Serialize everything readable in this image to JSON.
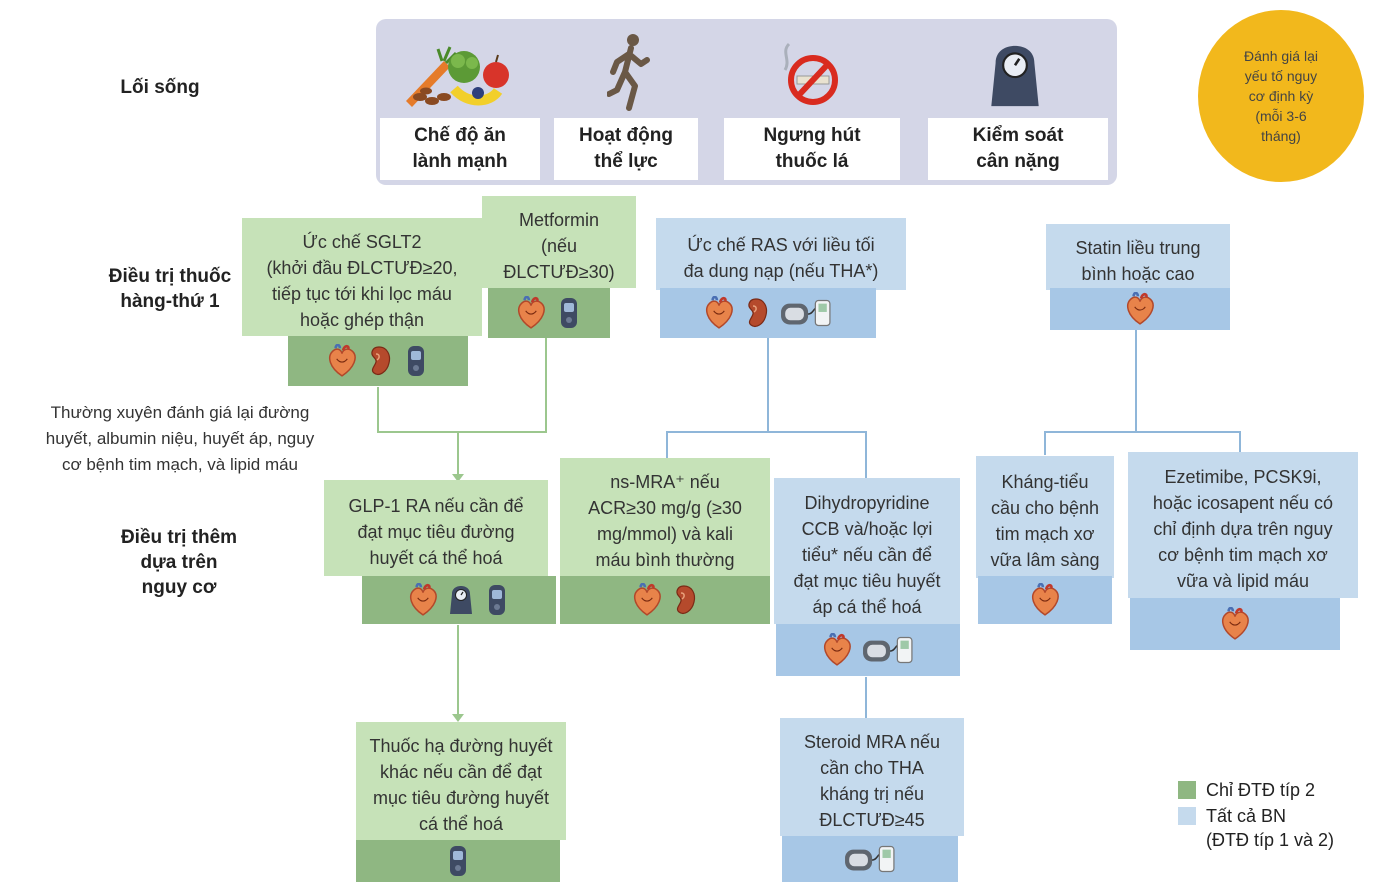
{
  "row_labels": {
    "lifestyle": "Lối sống",
    "first_line_line1": "Điều trị thuốc",
    "first_line_line2": "hàng-thứ 1",
    "risk_based_line1": "Điều trị thêm",
    "risk_based_line2": "dựa trên",
    "risk_based_line3": "nguy cơ"
  },
  "reassess_note": {
    "line1": "Thường xuyên đánh giá lại đường",
    "line2": "huyết, albumin niệu, huyết áp, nguy",
    "line3": "cơ bệnh tim mạch, và lipid máu"
  },
  "lifestyle": {
    "items": [
      {
        "line1": "Chế độ ăn",
        "line2": "lành mạnh",
        "icon": "food-icon"
      },
      {
        "line1": "Hoạt động",
        "line2": "thể lực",
        "icon": "runner-icon"
      },
      {
        "line1": "Ngưng hút",
        "line2": "thuốc lá",
        "icon": "no-smoking-icon"
      },
      {
        "line1": "Kiểm soát",
        "line2": "cân nặng",
        "icon": "scale-icon"
      }
    ]
  },
  "reassess_circle": {
    "line1": "Đánh giá lại",
    "line2": "yếu tố nguy",
    "line3": "cơ định kỳ",
    "line4": "(mỗi 3-6",
    "line5": "tháng)"
  },
  "boxes": {
    "sglt2": {
      "line1": "Ức chế SGLT2",
      "line2": "(khởi đầu ĐLCTƯĐ≥20,",
      "line3": "tiếp tục tới khi lọc máu",
      "line4": "hoặc ghép thận"
    },
    "metformin": {
      "line1": "Metformin",
      "line2": "(nếu",
      "line3": "ĐLCTƯĐ≥30)"
    },
    "ras": {
      "line1": "Ức chế RAS với liều tối",
      "line2": "đa dung nạp (nếu THA*)"
    },
    "statin": {
      "line1": "Statin liều trung",
      "line2": "bình hoặc cao"
    },
    "glp1": {
      "line1": "GLP-1 RA nếu cần để",
      "line2": "đạt mục tiêu đường",
      "line3": "huyết cá thể hoá"
    },
    "nsmra": {
      "line1": "ns-MRA⁺ nếu",
      "line2": "ACR≥30 mg/g (≥30",
      "line3": "mg/mmol) và kali",
      "line4": "máu bình thường"
    },
    "ccb": {
      "line1": "Dihydropyridine",
      "line2": "CCB và/hoặc lợi",
      "line3": "tiểu* nếu cần để",
      "line4": "đạt mục tiêu huyết",
      "line5": "áp cá thể hoá"
    },
    "antiplatelet": {
      "line1": "Kháng-tiểu",
      "line2": "cầu cho bệnh",
      "line3": "tim mạch xơ",
      "line4": "vữa lâm sàng"
    },
    "ezetimibe": {
      "line1": "Ezetimibe, PCSK9i,",
      "line2": "hoặc icosapent nếu có",
      "line3": "chỉ định dựa trên nguy",
      "line4": "cơ bệnh tim mạch xơ",
      "line5": "vữa và lipid máu"
    },
    "other_glucose": {
      "line1": "Thuốc hạ đường huyết",
      "line2": "khác nếu cần để đạt",
      "line3": "mục tiêu đường huyết",
      "line4": "cá thể hoá"
    },
    "steroid_mra": {
      "line1": "Steroid MRA nếu",
      "line2": "cần cho THA",
      "line3": "kháng trị nếu",
      "line4": "ĐLCTƯĐ≥45"
    }
  },
  "legend": {
    "green_label": "Chỉ ĐTĐ típ 2",
    "blue_label_line1": "Tất cả BN",
    "blue_label_line2": "(ĐTĐ típ 1 và 2)"
  },
  "colors": {
    "green_box": "#c6e2b8",
    "green_bar": "#8fb782",
    "blue_box": "#c5daed",
    "blue_bar": "#a7c7e6",
    "reassess": "#f2b81c",
    "lifestyle_panel": "#d4d6e7"
  }
}
